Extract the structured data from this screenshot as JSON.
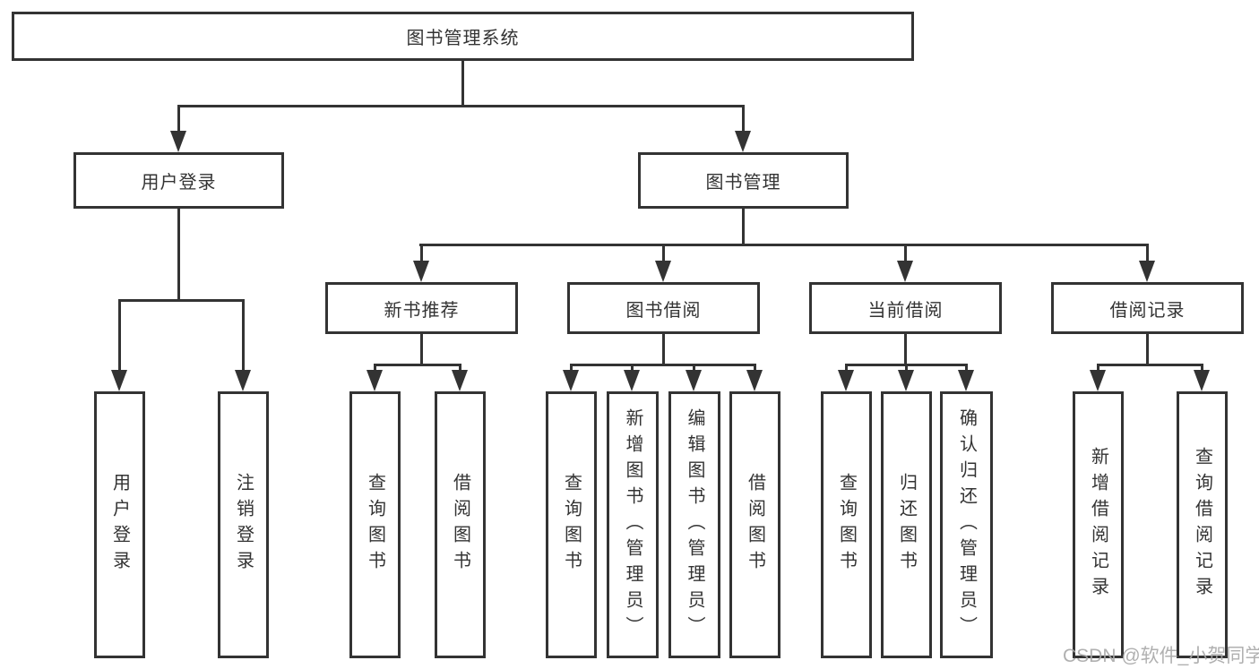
{
  "tree": {
    "root": {
      "label": "图书管理系统"
    },
    "login": {
      "label": "用户登录",
      "children": [
        {
          "label": "用户登录"
        },
        {
          "label": "注销登录"
        }
      ]
    },
    "management": {
      "label": "图书管理",
      "groups": [
        {
          "label": "新书推荐",
          "children": [
            {
              "label": "查询图书"
            },
            {
              "label": "借阅图书"
            }
          ]
        },
        {
          "label": "图书借阅",
          "children": [
            {
              "label": "查询图书"
            },
            {
              "label": "新增图书（管理员）"
            },
            {
              "label": "编辑图书（管理员）"
            },
            {
              "label": "借阅图书"
            }
          ]
        },
        {
          "label": "当前借阅",
          "children": [
            {
              "label": "查询图书"
            },
            {
              "label": "归还图书"
            },
            {
              "label": "确认归还（管理员）"
            }
          ]
        },
        {
          "label": "借阅记录",
          "children": [
            {
              "label": "新增借阅记录"
            },
            {
              "label": "查询借阅记录"
            }
          ]
        }
      ]
    }
  },
  "watermark": {
    "text": "CSDN @软件_小贺同学"
  },
  "colors": {
    "line": "#333333",
    "box_background": "#ffffff",
    "text": "#333333",
    "watermark": "#a8a8a8"
  }
}
